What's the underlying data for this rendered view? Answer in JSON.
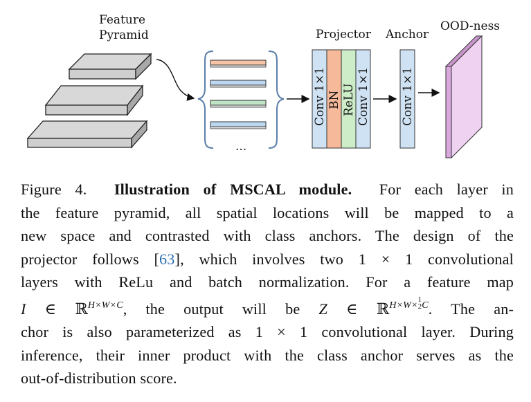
{
  "figure": {
    "labels": {
      "feature_pyramid": [
        "Feature",
        "Pyramid"
      ],
      "projector": "Projector",
      "anchor": "Anchor",
      "ood": "OOD-ness",
      "ellipsis": "..."
    },
    "blocks": {
      "conv1": "Conv 1×1",
      "bn": "BN",
      "relu": "ReLU",
      "conv2": "Conv 1×1",
      "anchor_conv": "Conv 1×1"
    },
    "colors": {
      "pyramid_fill": "#cfcfcf",
      "conv_blue": "#cfe2f3",
      "bn_orange": "#f6b99a",
      "relu_green": "#cdecc8",
      "ood_pink": "#efd1f1",
      "brace_blue": "#5b7fa8",
      "bar_orange": "#f6c4a5",
      "bar_blue": "#bcd8f1",
      "bar_green": "#bfe5c4"
    }
  },
  "caption": {
    "figure_label": "Figure 4.",
    "title_bold": "Illustration of MSCAL module.",
    "l1_rest": "For each layer in",
    "l2": "the feature pyramid, all spatial locations will be mapped to a",
    "l3": "new space and contrasted with class anchors.  The design of the",
    "l4_a": "projector follows [",
    "l4_cite": "63",
    "l4_b": "], which involves two 1 × 1 convolutional",
    "l5": "layers with ReLu and batch normalization.  For a feature map",
    "l6_I": "I",
    "l6_in1": " ∈ ℝ",
    "l6_sup1": "H×W×C",
    "l6_mid": ", the output will be ",
    "l6_Z": "Z",
    "l6_in2": " ∈ ℝ",
    "l6_sup2a": "H×W×",
    "l6_frac_num": "1",
    "l6_frac_den": "2",
    "l6_sup2b": "C",
    "l6_end": ". The an-",
    "l7": "chor is also parameterized as 1 × 1 convolutional layer.  During",
    "l8": "inference, their inner product with the class anchor serves as the",
    "l9": "out-of-distribution score."
  }
}
